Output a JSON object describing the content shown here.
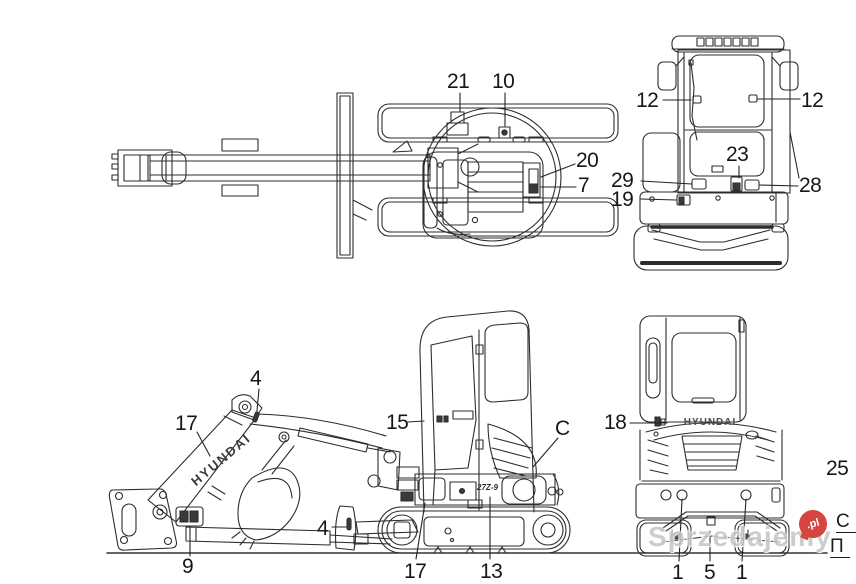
{
  "watermark": {
    "text": "Sprzedajemy",
    "tld": ".pl",
    "badge_color": "#d6453f"
  },
  "edge": {
    "letter_c": "C",
    "letter_p": "П"
  },
  "views": {
    "top_view": {
      "callouts": {
        "c21": "21",
        "c10": "10",
        "c20": "20",
        "c7": "7"
      }
    },
    "front_view": {
      "callouts": {
        "c12_left": "12",
        "c12_right": "12",
        "c23": "23",
        "c29": "29",
        "c28": "28",
        "c19": "19"
      }
    },
    "side_view": {
      "boom_text": "HYUNDAI",
      "model_text": "27Z-9",
      "callouts": {
        "c4_upper": "4",
        "c17": "17",
        "c15": "15",
        "cC": "C",
        "c9": "9",
        "c4_lower": "4",
        "c17_partial": "17",
        "c13_partial": "13"
      }
    },
    "rear_view": {
      "brand_text": "HYUNDAI",
      "callouts": {
        "c18": "18",
        "c25": "25",
        "c1_left": "1",
        "c5": "5",
        "c1_right": "1"
      }
    }
  }
}
